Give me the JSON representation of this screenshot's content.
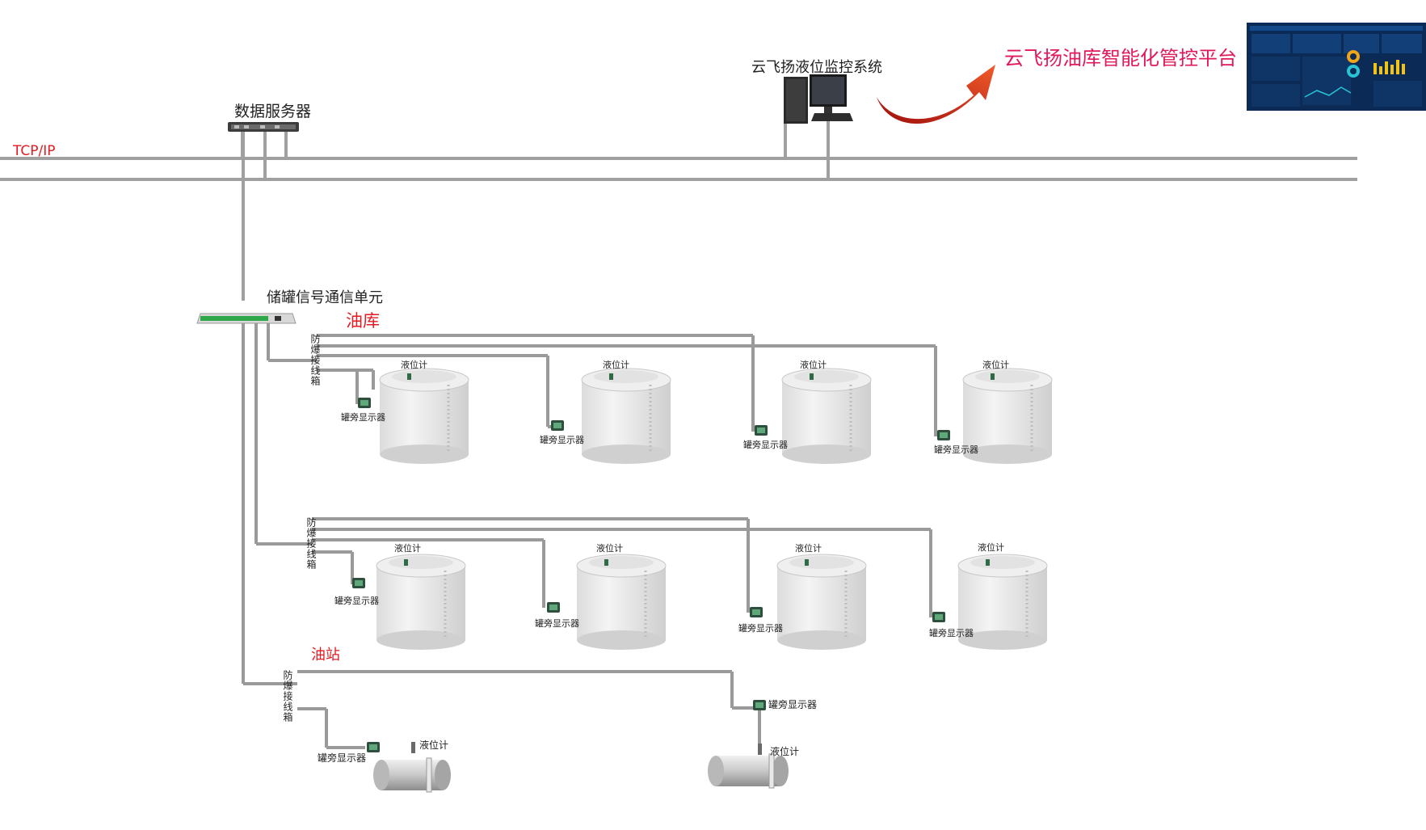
{
  "network": {
    "label": "TCP/IP"
  },
  "server": {
    "label": "数据服务器"
  },
  "monitor": {
    "label": "云飞扬液位监控系统"
  },
  "platform": {
    "label": "云飞扬油库智能化管控平台"
  },
  "comm_unit": {
    "label": "储罐信号通信单元"
  },
  "depot": {
    "label": "油库",
    "junction_label": "防爆接线箱",
    "tanks": [
      {
        "level_label": "液位计",
        "display_label": "罐旁显示器"
      },
      {
        "level_label": "液位计",
        "display_label": "罐旁显示器"
      },
      {
        "level_label": "液位计",
        "display_label": "罐旁显示器"
      },
      {
        "level_label": "液位计",
        "display_label": "罐旁显示器"
      },
      {
        "level_label": "液位计",
        "display_label": "罐旁显示器"
      },
      {
        "level_label": "液位计",
        "display_label": "罐旁显示器"
      },
      {
        "level_label": "液位计",
        "display_label": "罐旁显示器"
      },
      {
        "level_label": "液位计",
        "display_label": "罐旁显示器"
      }
    ]
  },
  "station": {
    "label": "油站",
    "junction_label": "防爆接线箱",
    "tanks": [
      {
        "level_label": "液位计",
        "display_label": "罐旁显示器"
      },
      {
        "level_label": "液位计",
        "display_label": "罐旁显示器"
      }
    ]
  },
  "colors": {
    "line": "#9a9a9a",
    "red_text": "#e31b23",
    "arrow": "#d42a1c",
    "screen_bg": "#0b2a55"
  }
}
